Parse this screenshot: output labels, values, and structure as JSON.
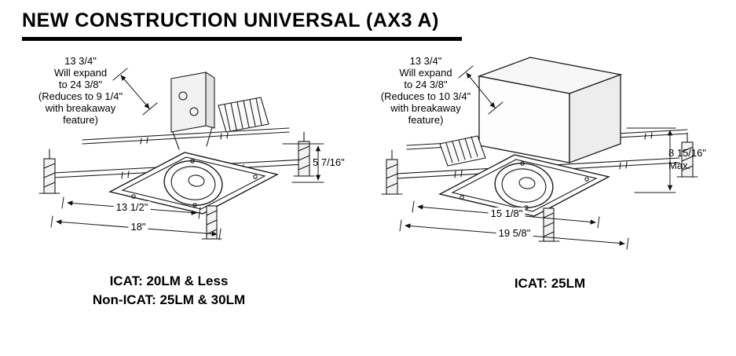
{
  "title": "NEW CONSTRUCTION UNIVERSAL (AX3 A)",
  "left_figure": {
    "expansion_note": [
      "13 3/4\"",
      "Will expand",
      "to 24 3/8\"",
      "(Reduces to 9 1/4\"",
      "with breakaway",
      "feature)"
    ],
    "height_dim": "5 7/16\"",
    "width_dim_inner": "13 1/2\"",
    "width_dim_outer": "18\"",
    "caption_line1": "ICAT: 20LM & Less",
    "caption_line2": "Non-ICAT: 25LM & 30LM"
  },
  "right_figure": {
    "expansion_note": [
      "13 3/4\"",
      "Will expand",
      "to 24 3/8\"",
      "(Reduces to 10 3/4\"",
      "with breakaway",
      "feature)"
    ],
    "height_dim_line1": "8 15/16\"",
    "height_dim_line2": "Max.",
    "width_dim_inner": "15 1/8\"",
    "width_dim_outer": "19 5/8\"",
    "caption_line1": "ICAT: 25LM"
  }
}
